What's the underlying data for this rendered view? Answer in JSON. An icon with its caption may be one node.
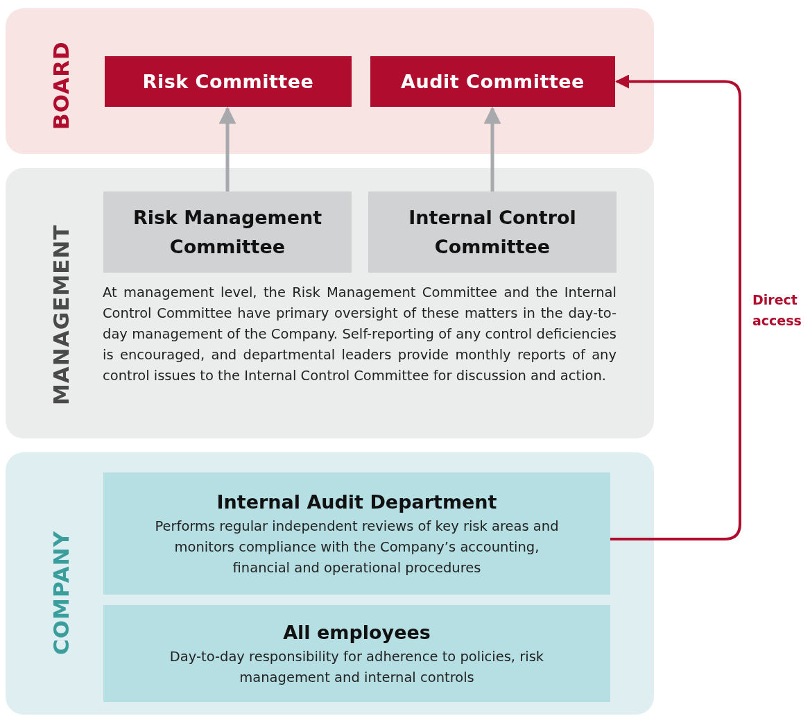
{
  "diagram": {
    "nodes": [
      {
        "text": [
          "BOARD"
        ]
      },
      {
        "text": [
          "Risk Committee"
        ],
        "in": 0
      },
      {
        "text": [
          "Audit Committee"
        ],
        "in": 0
      },
      {
        "text": [
          "MANAGEMENT",
          "At management level, the Risk Management Committee and the Internal Control Committee have primary oversight of these matters in the day-to-day management of the Company. Self-reporting of any control deficiencies is encouraged, and departmental leaders provide monthly reports of any control issues to the Internal Control Committee for discussion and action."
        ]
      },
      {
        "text": [
          "Risk Management Committee"
        ],
        "in": 3
      },
      {
        "text": [
          "Internal Control Committee"
        ],
        "in": 3
      },
      {
        "text": [
          "COMPANY"
        ]
      },
      {
        "text": [
          "Internal Audit Department",
          "Performs regular independent reviews of key risk areas and monitors compliance with the Company’s accounting, financial and operational procedures"
        ],
        "in": 6
      },
      {
        "text": [
          "All employees",
          "Day-to-day responsibility for adherence to policies, risk management and internal controls"
        ],
        "in": 6
      }
    ],
    "edges": [
      {
        "from": 4,
        "to": 1,
        "arrow": "to"
      },
      {
        "from": 5,
        "to": 2,
        "arrow": "to"
      },
      {
        "from": 7,
        "to": 2,
        "arrow": "to",
        "label": "Direct access",
        "color": "#b00d2e"
      }
    ]
  }
}
